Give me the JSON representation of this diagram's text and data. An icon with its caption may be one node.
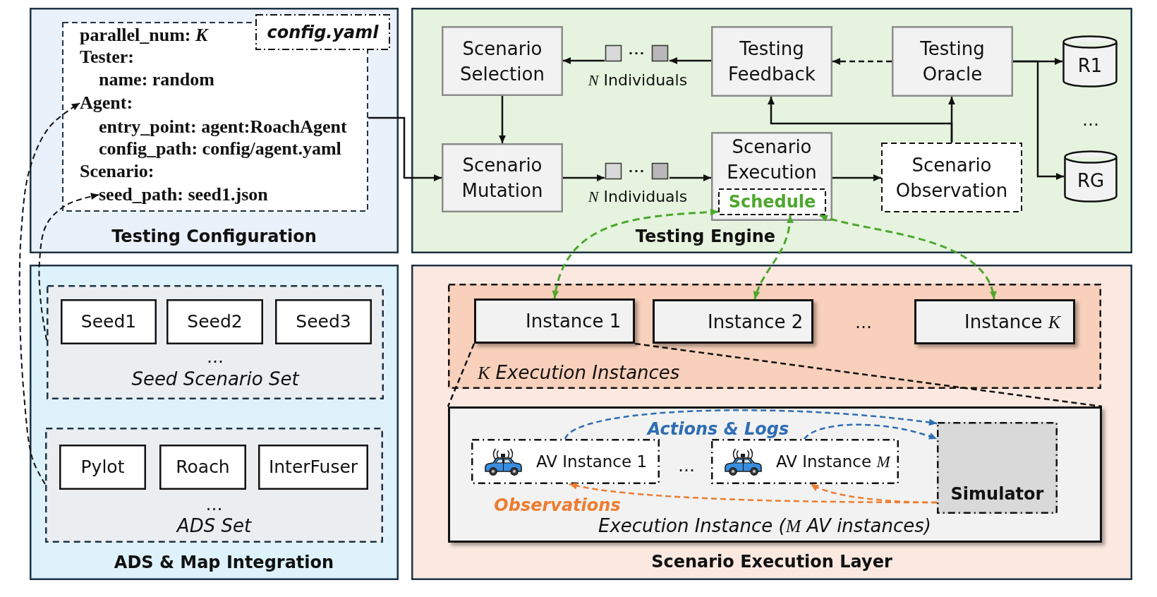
{
  "diagram": {
    "nodes": [
      {
        "text": [
          "Testing Configuration"
        ]
      },
      {
        "text": [
          "config.yaml"
        ],
        "in": 0
      },
      {
        "text": [
          "parallel_num: *K*",
          "Tester:",
          "name: random",
          "entry_point: agent:RoachAgent",
          "config_path: config/agent.yaml",
          "Scenario:"
        ],
        "in": 0
      },
      {
        "text": [
          "Agent:"
        ],
        "in": 2
      },
      {
        "text": [
          "seed_path: seed1.json"
        ],
        "in": 2
      },
      {
        "text": [
          "…",
          "Testing Engine"
        ]
      },
      {
        "text": [
          "Scenario Selection"
        ],
        "in": 5
      },
      {
        "text": [],
        "shape": "box",
        "beside": [
          "*N* Individuals"
        ],
        "in": 5
      },
      {
        "text": [
          "Testing Feedback"
        ],
        "in": 5
      },
      {
        "text": [
          "Testing Oracle"
        ],
        "in": 5
      },
      {
        "text": [
          "R1"
        ],
        "in": 5
      },
      {
        "text": [
          "Scenario Mutation"
        ],
        "in": 5
      },
      {
        "text": [],
        "shape": "box",
        "beside": [
          "*N* Individuals"
        ],
        "in": 5
      },
      {
        "text": [
          "Scenario Execution"
        ],
        "in": 5
      },
      {
        "text": [
          "Schedule"
        ],
        "in": 13
      },
      {
        "text": [
          "Scenario Observation"
        ],
        "in": 5
      },
      {
        "text": [
          "RG"
        ],
        "in": 5
      },
      {
        "text": [
          "ADS & Map Integration"
        ]
      },
      {
        "text": [
          "…",
          "Seed Scenario Set"
        ],
        "in": 17
      },
      {
        "text": [
          "Seed1"
        ],
        "in": 18
      },
      {
        "text": [
          "Seed2"
        ],
        "in": 18
      },
      {
        "text": [
          "Seed3"
        ],
        "in": 18
      },
      {
        "text": [
          "…",
          "ADS Set"
        ],
        "in": 17
      },
      {
        "text": [
          "Pylot"
        ],
        "in": 22
      },
      {
        "text": [
          "Roach"
        ],
        "in": 22
      },
      {
        "text": [
          "InterFuser"
        ],
        "in": 22
      },
      {
        "text": [
          "Scenario Execution Layer"
        ]
      },
      {
        "text": [
          "…",
          "*K* Execution Instances"
        ],
        "in": 26
      },
      {
        "text": [
          "Instance 1"
        ],
        "in": 27
      },
      {
        "text": [
          "Instance 2"
        ],
        "in": 27
      },
      {
        "text": [
          "Instance *K*"
        ],
        "in": 27
      },
      {
        "text": [
          "…",
          "Execution Instance (*M* AV instances)"
        ],
        "in": 26
      },
      {
        "text": [
          "AV Instance 1"
        ],
        "in": 31
      },
      {
        "text": [
          "AV Instance *M*"
        ],
        "in": 31
      },
      {
        "text": [
          "Simulator"
        ],
        "in": 31
      }
    ],
    "edges": [
      {
        "from": 2,
        "to": 11,
        "arrow": "to"
      },
      {
        "from": 8,
        "to": 7,
        "arrow": "to"
      },
      {
        "from": 7,
        "to": 6,
        "arrow": "to"
      },
      {
        "from": 6,
        "to": 11,
        "arrow": "to"
      },
      {
        "from": 11,
        "to": 12,
        "arrow": "to"
      },
      {
        "from": 12,
        "to": 13,
        "arrow": "to"
      },
      {
        "from": 13,
        "to": 15,
        "arrow": "to"
      },
      {
        "from": 15,
        "to": 9,
        "arrow": "to"
      },
      {
        "from": 15,
        "to": 8,
        "arrow": "to"
      },
      {
        "from": 9,
        "to": 8,
        "arrow": "to",
        "style": "dashed"
      },
      {
        "from": 9,
        "to": 10,
        "arrow": "to"
      },
      {
        "from": 9,
        "to": 16,
        "arrow": "to"
      },
      {
        "from": 14,
        "to": 28,
        "arrow": "both",
        "style": "dashed",
        "color": "#4ea72e"
      },
      {
        "from": 14,
        "to": 29,
        "arrow": "both",
        "style": "dashed",
        "color": "#4ea72e"
      },
      {
        "from": 14,
        "to": 30,
        "arrow": "both",
        "style": "dashed",
        "color": "#4ea72e"
      },
      {
        "from": 22,
        "to": 3,
        "arrow": "to",
        "style": "dashed"
      },
      {
        "from": 18,
        "to": 4,
        "arrow": "to",
        "style": "dashed"
      },
      {
        "from": 28,
        "to": 31,
        "arrow": "none",
        "style": "dashed"
      },
      {
        "from": 28,
        "to": 31,
        "arrow": "none",
        "style": "dashed"
      },
      {
        "from": 32,
        "to": 34,
        "arrow": "to",
        "label": "Actions & Logs",
        "style": "dashed",
        "color": "#2e6db4"
      },
      {
        "from": 33,
        "to": 34,
        "arrow": "to",
        "style": "dashed",
        "color": "#2e6db4"
      },
      {
        "from": 34,
        "to": 32,
        "arrow": "to",
        "label": "Observations",
        "style": "dashed",
        "color": "#ed7d31"
      },
      {
        "from": 34,
        "to": 33,
        "arrow": "to",
        "style": "dashed",
        "color": "#ed7d31"
      }
    ]
  }
}
